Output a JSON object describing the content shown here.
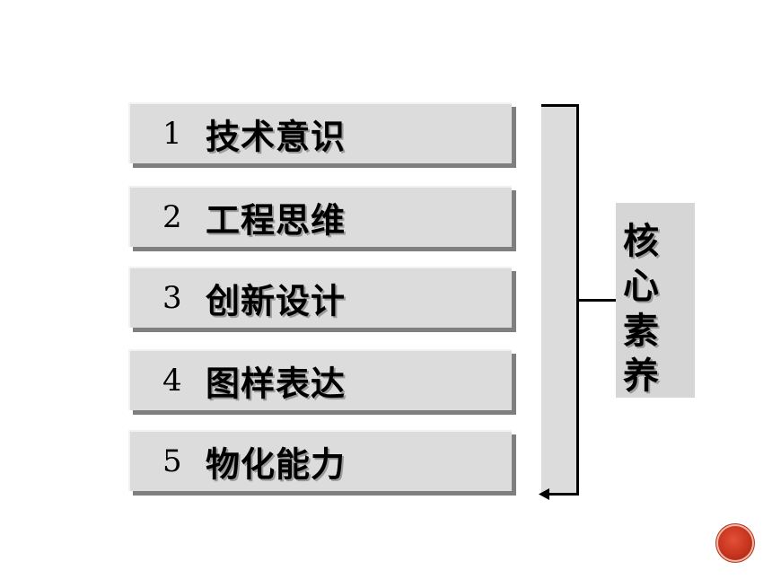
{
  "items": [
    {
      "num": "1",
      "label": "技术意识"
    },
    {
      "num": "2",
      "label": "工程思维"
    },
    {
      "num": "3",
      "label": "创新设计"
    },
    {
      "num": "4",
      "label": "图样表达"
    },
    {
      "num": "5",
      "label": "物化能力"
    }
  ],
  "core": {
    "chars": [
      "核",
      "心",
      "素",
      "养"
    ]
  },
  "colors": {
    "item_bg": "#dcdcdc",
    "shadow": "#7f7f7f",
    "badge": "#c7351f"
  }
}
